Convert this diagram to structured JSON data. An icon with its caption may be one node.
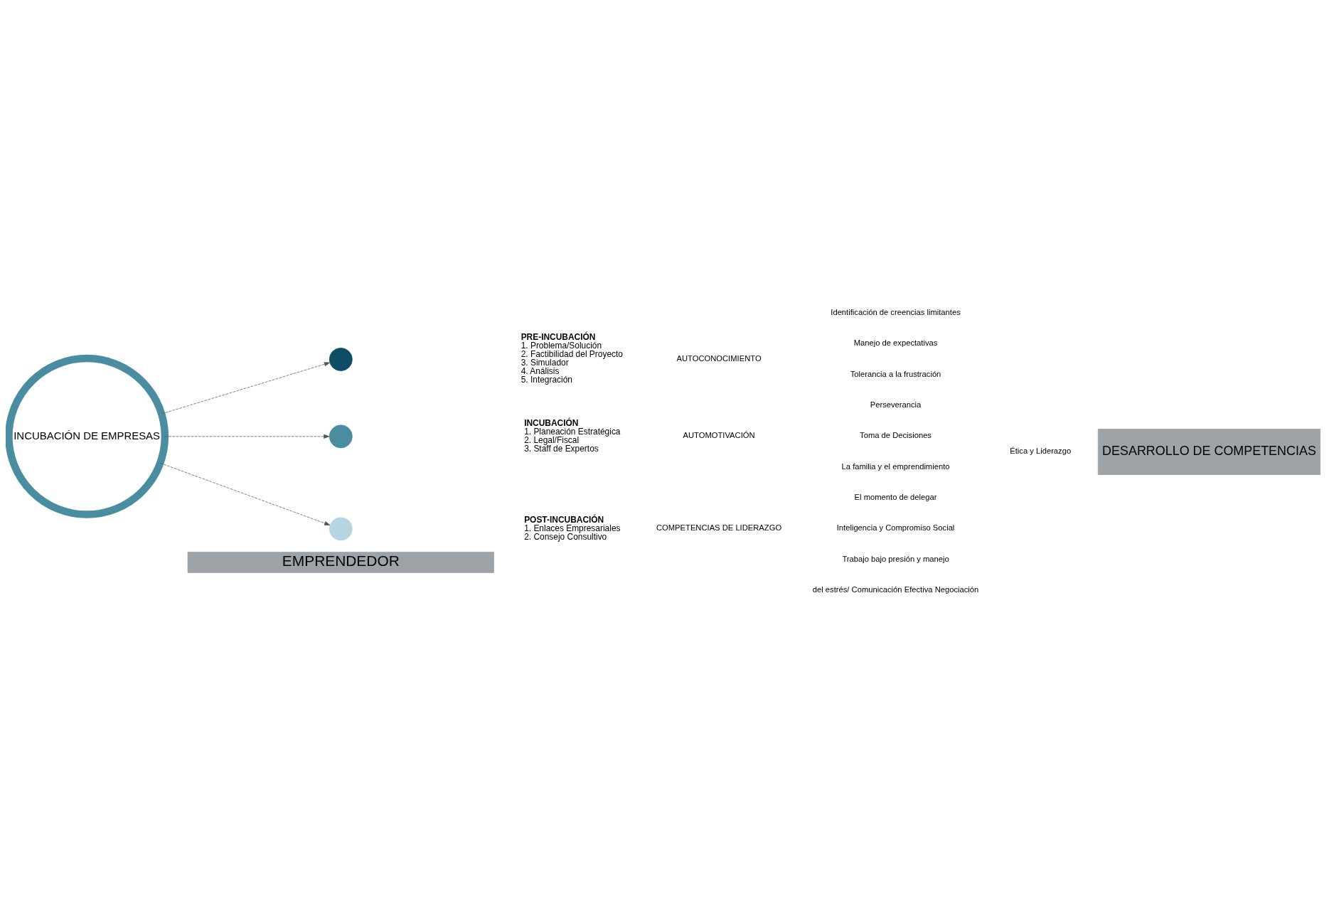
{
  "diagram": {
    "nodes": [
      {
        "text": [
          "EMPRENDEDOR"
        ]
      },
      {
        "text": [
          "INCUBACIÓN DE EMPRESAS"
        ]
      },
      {
        "text": [],
        "shape": "circle",
        "beside": [
          "PRE-INCUBACIÓN",
          "1. Problema/Solución",
          "2. Factibilidad del Proyecto",
          "3. Simulador",
          "4. Análisis",
          "5. Integración"
        ]
      },
      {
        "text": [],
        "shape": "circle",
        "beside": [
          "INCUBACIÓN",
          "1. Planeación Estratégica",
          "2. Legal/Fiscal",
          "3. Staff de Expertos"
        ]
      },
      {
        "text": [],
        "shape": "circle",
        "beside": [
          "POST-INCUBACIÓN",
          "1. Enlaces Empresariales",
          "2. Consejo Consultivo"
        ]
      },
      {
        "text": [
          "DESARROLLO DE COMPETENCIAS"
        ]
      }
    ],
    "edges": [
      {
        "from": 1,
        "to": 2,
        "arrow": "to",
        "style": "dashed"
      },
      {
        "from": 1,
        "to": 3,
        "arrow": "to",
        "style": "dashed"
      },
      {
        "from": 1,
        "to": 4,
        "arrow": "to",
        "style": "dashed"
      }
    ],
    "labels": [
      "AUTOCONOCIMIENTO",
      "Identificación de creencias limitantes",
      "Manejo de expectativas",
      "Tolerancia a la frustración",
      "AUTOMOTIVACIÓN",
      "Perseverancia",
      "Toma de Decisiones",
      "La familia y el emprendimiento",
      "COMPETENCIAS DE LIDERAZGO",
      "El momento de delegar",
      "Inteligencia y Compromiso Social",
      "Trabajo bajo presión y manejo",
      "del estrés/ Comunicación Efectiva Negociación",
      "Ética y Liderazgo"
    ]
  }
}
